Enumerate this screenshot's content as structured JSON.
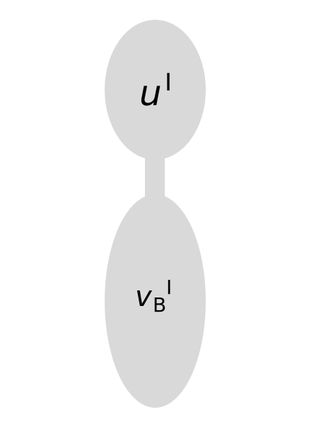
{
  "nodes": {
    "top": {
      "main": "u",
      "sup": "I"
    },
    "bottom": {
      "main": "v",
      "sub": "B",
      "sup": "I"
    }
  },
  "colors": {
    "shape_fill": "#d9d9d9",
    "text": "#000000",
    "background": "#ffffff"
  }
}
